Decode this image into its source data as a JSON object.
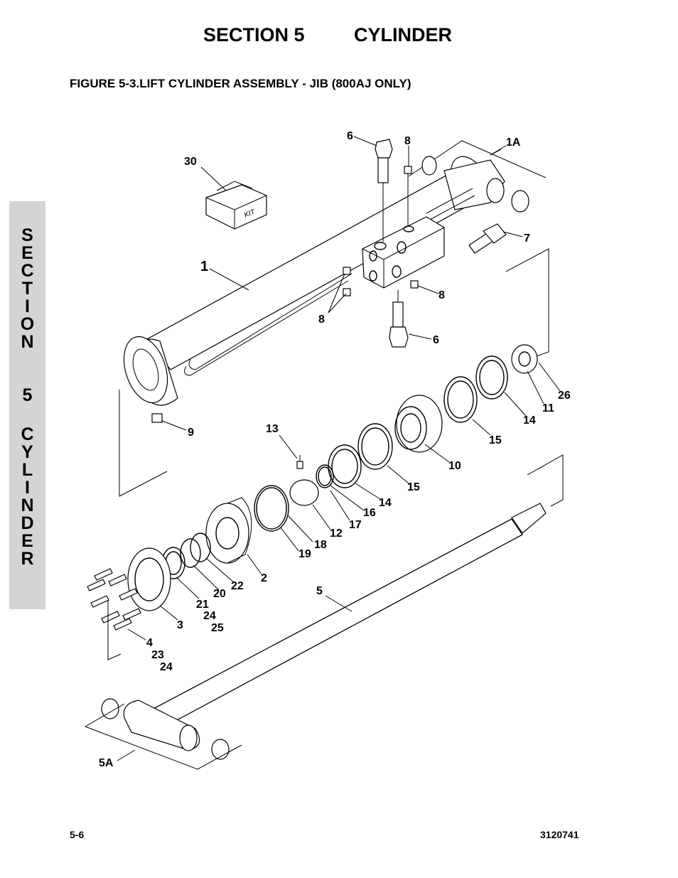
{
  "header": {
    "section": "SECTION 5",
    "chapter": "CYLINDER"
  },
  "figure": {
    "title": "FIGURE 5-3.LIFT CYLINDER ASSEMBLY - JIB (800AJ ONLY)"
  },
  "side_tab": {
    "letters": [
      "S",
      "E",
      "C",
      "T",
      "I",
      "O",
      "N",
      "",
      "5",
      "",
      "C",
      "Y",
      "L",
      "I",
      "N",
      "D",
      "E",
      "R"
    ]
  },
  "kit_label": "KIT",
  "callouts": {
    "c6a": "6",
    "c8a": "8",
    "c1A": "1A",
    "c30": "30",
    "c1": "1",
    "c7": "7",
    "c8b": "8",
    "c8c": "8",
    "c6b": "6",
    "c26": "26",
    "c11": "11",
    "c14a": "14",
    "c15a": "15",
    "c9": "9",
    "c13": "13",
    "c10": "10",
    "c15b": "15",
    "c14b": "14",
    "c16": "16",
    "c17": "17",
    "c12": "12",
    "c18": "18",
    "c19": "19",
    "c2": "2",
    "c22": "22",
    "c20": "20",
    "c21": "21",
    "c24a": "24",
    "c25": "25",
    "c3": "3",
    "c5": "5",
    "c4": "4",
    "c23": "23",
    "c24b": "24",
    "c5A": "5A"
  },
  "footer": {
    "page": "5-6",
    "doc_number": "3120741"
  }
}
